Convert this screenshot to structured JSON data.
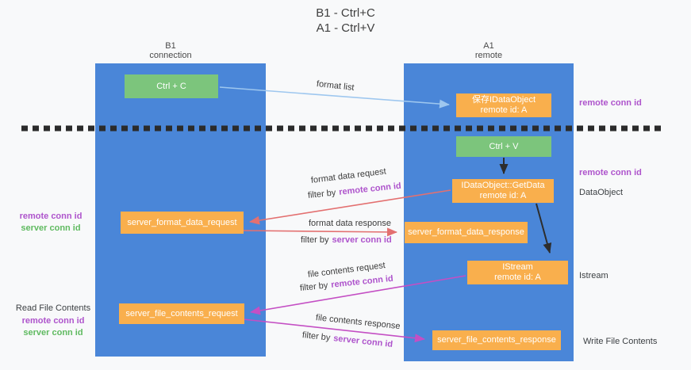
{
  "title": {
    "line1": "B1 - Ctrl+C",
    "line2": "A1 - Ctrl+V"
  },
  "lanes": {
    "left": {
      "title": "B1",
      "subtitle": "connection"
    },
    "right": {
      "title": "A1",
      "subtitle": "remote"
    }
  },
  "boxes": {
    "ctrl_c": {
      "label": "Ctrl + C"
    },
    "ctrl_v": {
      "label": "Ctrl + V"
    },
    "save_dataobject": {
      "line1": "保存IDataObject",
      "line2": "remote id: A"
    },
    "getdata": {
      "line1": "IDataObject::GetData",
      "line2": "remote id: A"
    },
    "istream": {
      "line1": "IStream",
      "line2": "remote id: A"
    },
    "format_request": {
      "label": "server_format_data_request"
    },
    "format_response": {
      "label": "server_format_data_response"
    },
    "file_request": {
      "label": "server_file_contents_request"
    },
    "file_response": {
      "label": "server_file_contents_response"
    }
  },
  "labels": {
    "remote_conn_id": "remote conn id",
    "server_conn_id": "server conn id",
    "dataobject": "DataObject",
    "istream": "Istream",
    "read_file_contents": "Read File Contents",
    "write_file_contents": "Write File Contents",
    "format_list": "format list",
    "filter_by": "filter by",
    "format_data_request": "format data request",
    "format_data_response": "format data response",
    "file_contents_request": "file contents request",
    "file_contents_response": "file contents response"
  },
  "colors": {
    "lane_blue": "#4a86d8",
    "box_green": "#7cc57c",
    "box_orange": "#f9af4d",
    "purple_text": "#ae54cc",
    "green_text": "#5fba60",
    "arrow_light_blue": "#9ec7ef",
    "arrow_salmon": "#e37070",
    "arrow_magenta": "#c44fc4",
    "arrow_black": "#2d2d2d",
    "background": "#f8f9fa"
  }
}
